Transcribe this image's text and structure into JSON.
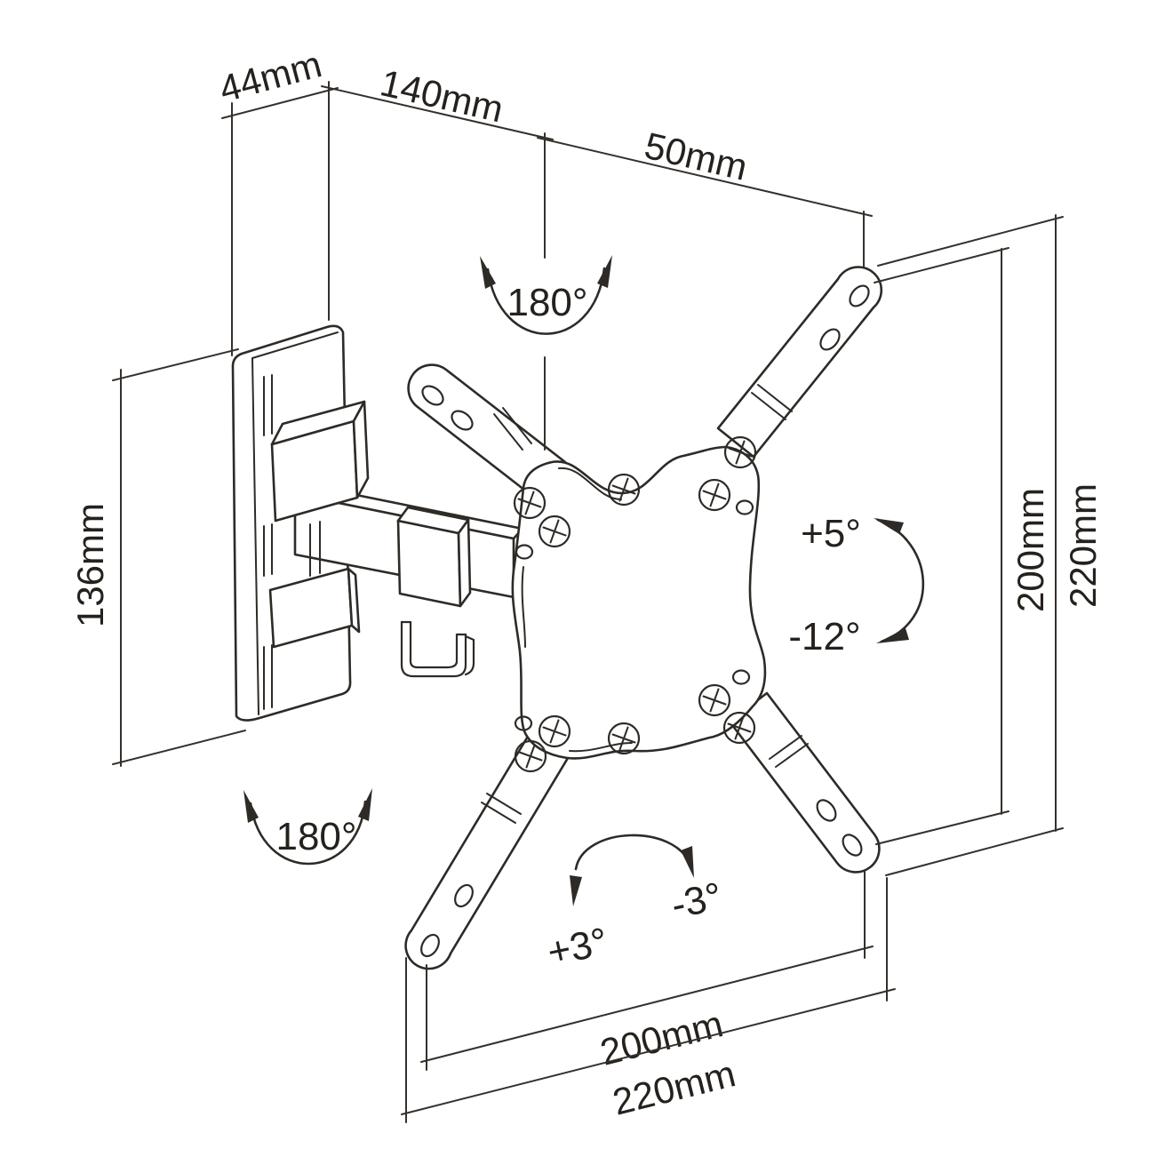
{
  "drawing": {
    "labels": {
      "depth": "44mm",
      "arm_length": "140mm",
      "offset": "50mm",
      "plate_height": "136mm",
      "right_inner": "200mm",
      "right_outer": "220mm",
      "bottom_inner": "200mm",
      "bottom_outer": "220mm"
    },
    "angles": {
      "swivel_top": "180°",
      "swivel_bottom": "180°",
      "tilt_up": "+5°",
      "tilt_down": "-12°",
      "rotate_cw": "+3°",
      "rotate_ccw": "-3°"
    },
    "colors": {
      "line": "#2e2a26",
      "text": "#25211d",
      "background": "#ffffff"
    }
  }
}
